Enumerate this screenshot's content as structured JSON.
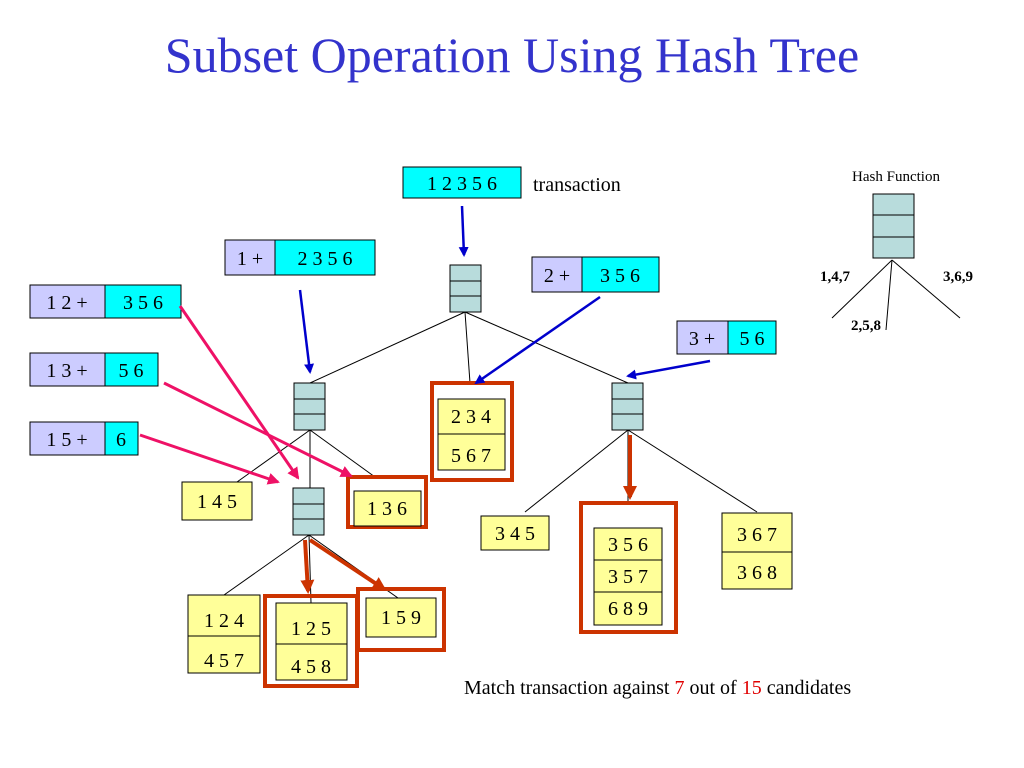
{
  "title": "Subset Operation Using Hash Tree",
  "transaction": {
    "value": "1 2 3 5 6",
    "label": "transaction"
  },
  "prefixes": [
    {
      "id": "p1",
      "prefix": "1 +",
      "rest": "2 3 5 6"
    },
    {
      "id": "p2",
      "prefix": "2 +",
      "rest": "3 5 6"
    },
    {
      "id": "p3",
      "prefix": "3 +",
      "rest": "5 6"
    },
    {
      "id": "p12",
      "prefix": "1 2 +",
      "rest": "3 5 6"
    },
    {
      "id": "p13",
      "prefix": "1 3 +",
      "rest": "5 6"
    },
    {
      "id": "p15",
      "prefix": "1 5 +",
      "rest": "6"
    }
  ],
  "leaves": [
    {
      "id": "l234",
      "items": [
        "2 3 4",
        "5 6 7"
      ],
      "matched": true
    },
    {
      "id": "l145",
      "items": [
        "1 4 5"
      ],
      "matched": false
    },
    {
      "id": "l136",
      "items": [
        "1 3 6"
      ],
      "matched": true
    },
    {
      "id": "l345",
      "items": [
        "3 4 5"
      ],
      "matched": false
    },
    {
      "id": "l356",
      "items": [
        "3 5 6",
        "3 5 7",
        "6 8 9"
      ],
      "matched": true
    },
    {
      "id": "l367",
      "items": [
        "3 6 7",
        "3 6 8"
      ],
      "matched": false
    },
    {
      "id": "l124",
      "items": [
        "1 2 4",
        "4 5 7"
      ],
      "matched": false
    },
    {
      "id": "l125",
      "items": [
        "1 2 5",
        "4 5 8"
      ],
      "matched": true
    },
    {
      "id": "l159",
      "items": [
        "1 5 9"
      ],
      "matched": true
    }
  ],
  "hash_function": {
    "title": "Hash Function",
    "branches": [
      "1,4,7",
      "2,5,8",
      "3,6,9"
    ]
  },
  "match": {
    "prefix": "Match transaction against",
    "matched": "7",
    "middle": "out of",
    "total": "15",
    "suffix": "candidates"
  },
  "colors": {
    "title": "#3333cc",
    "cyan": "#00ffff",
    "lavender": "#ccccff",
    "leaf": "#ffff99",
    "node": "#b8dcdc",
    "blue_arrow": "#0000cc",
    "pink_arrow": "#ee1166",
    "match_border": "#cc3300",
    "highlight_number": "#e00000"
  }
}
